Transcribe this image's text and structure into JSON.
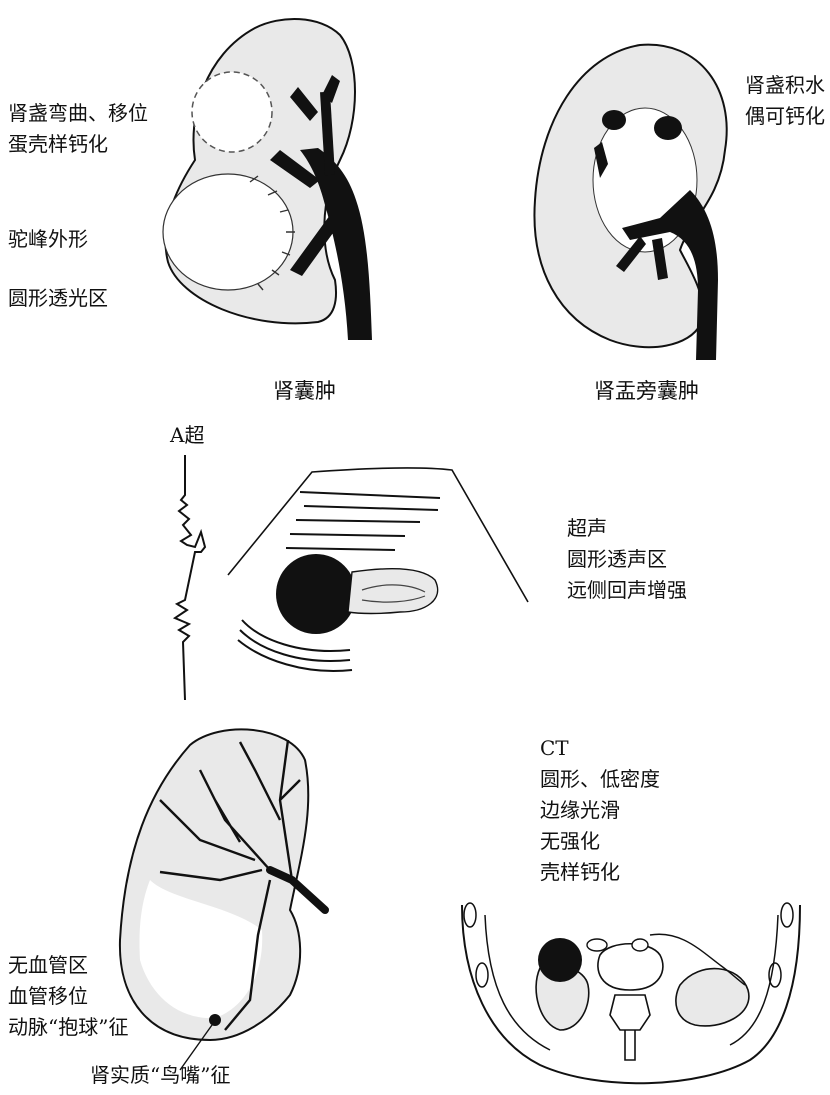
{
  "panel_cyst": {
    "label_calyx": [
      "肾盏弯曲、移位",
      "蛋壳样钙化"
    ],
    "label_hump": "驼峰外形",
    "label_round": "圆形透光区",
    "caption": "肾囊肿"
  },
  "panel_parapelvic": {
    "label_hydro": [
      "肾盏积水",
      "偶可钙化"
    ],
    "caption": "肾盂旁囊肿"
  },
  "panel_ultrasound": {
    "a_mode": "A超",
    "labels": [
      "超声",
      "圆形透声区",
      "远侧回声增强"
    ]
  },
  "panel_angio": {
    "labels": [
      "无血管区",
      "血管移位",
      "动脉“抱球”征"
    ],
    "beak_label": "肾实质“鸟嘴”征"
  },
  "panel_ct": {
    "labels": [
      "CT",
      "圆形、低密度",
      "边缘光滑",
      "无强化",
      "壳样钙化"
    ]
  },
  "colors": {
    "shade": "#e9e9e9",
    "ink": "#111111"
  }
}
